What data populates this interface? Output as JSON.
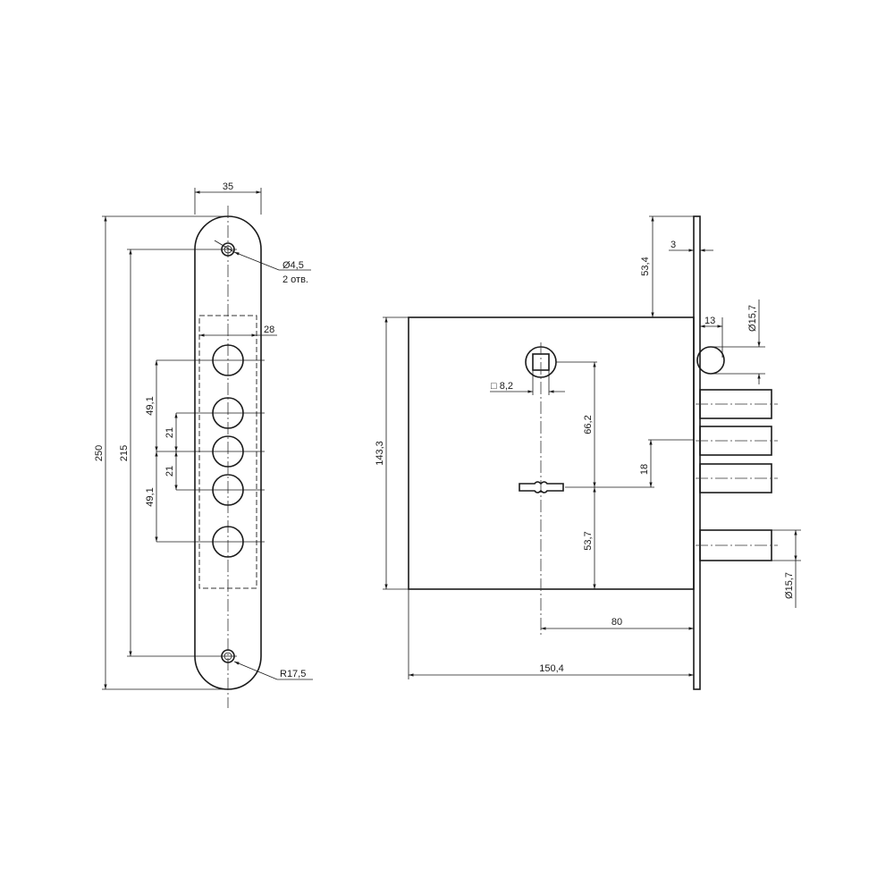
{
  "drawing": {
    "faceplate_view": {
      "width": "35",
      "height_total": "250",
      "screw_spacing": "215",
      "screw_hole_diameter": "Ø4,5",
      "screw_hole_count": "2 отв.",
      "window_width": "28",
      "bolt_spacing_upper": "49,1",
      "bolt_spacing_lower": "49,1",
      "bolt_gap_upper": "21",
      "bolt_gap_lower": "21",
      "end_radius": "R17,5"
    },
    "side_view": {
      "faceplate_offset": "53,4",
      "faceplate_thickness": "3",
      "latch_projection": "13",
      "latch_diameter": "Ø15,7",
      "bolt_diameter": "Ø15,7",
      "body_height": "143,3",
      "spindle_square": "□ 8,2",
      "spindle_to_key": "66,2",
      "key_to_bottom": "53,7",
      "key_to_bolt": "18",
      "backset": "80",
      "body_depth": "150,4"
    }
  }
}
